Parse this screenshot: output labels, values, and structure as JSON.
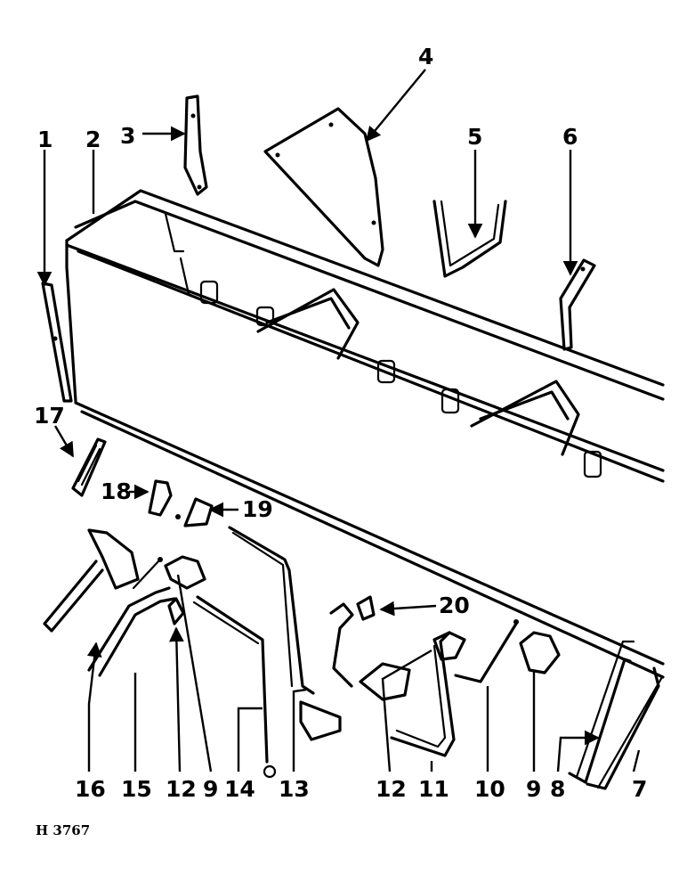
{
  "diagram": {
    "code": "H 3767",
    "callouts": [
      "1",
      "2",
      "3",
      "4",
      "5",
      "6",
      "7",
      "8",
      "9",
      "9",
      "10",
      "11",
      "12",
      "12",
      "13",
      "14",
      "15",
      "16",
      "17",
      "18",
      "19",
      "20"
    ]
  }
}
